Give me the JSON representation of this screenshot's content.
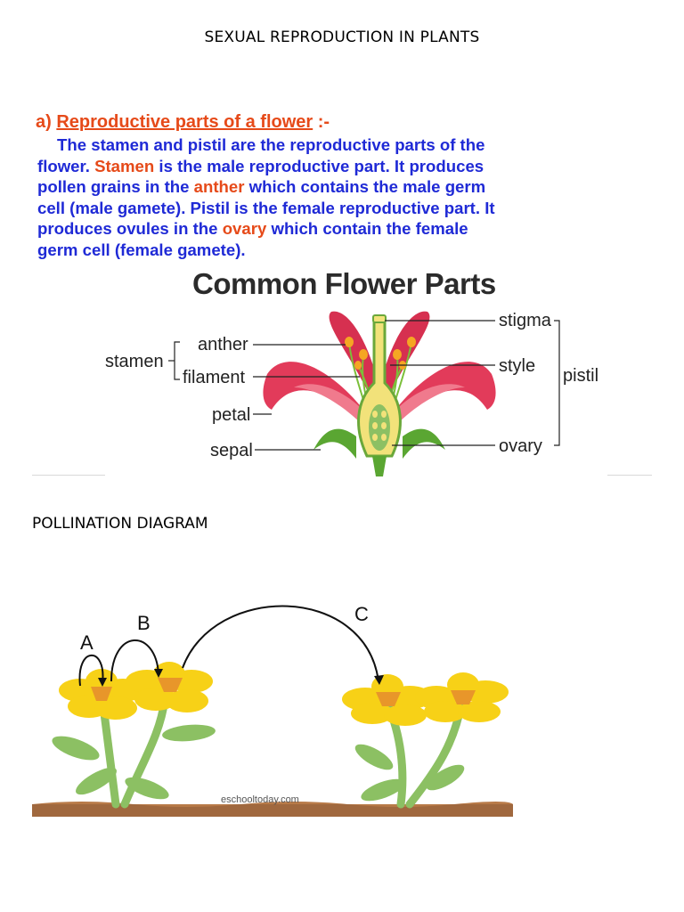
{
  "page_title": "SEXUAL REPRODUCTION IN PLANTS",
  "section_a": {
    "prefix": "a) ",
    "heading": "Reproductive parts of a flower",
    "suffix": " :-",
    "line1": "The stamen and pistil are the reproductive parts of the",
    "line2_a": "flower. ",
    "line2_hl": "Stamen",
    "line2_b": " is the male reproductive part. It produces",
    "line3_a": "pollen grains in the ",
    "line3_hl": "anther",
    "line3_b": " which contains the male germ",
    "line4": "cell (male gamete). Pistil is the female reproductive part. It",
    "line5_a": "produces ovules in the ",
    "line5_hl": "ovary",
    "line5_b": " which contain the female",
    "line6": "germ cell (female gamete).",
    "highlight_color": "#e64a19",
    "text_color": "#1f2ad6"
  },
  "flower_diagram": {
    "title": "Common Flower Parts",
    "labels": {
      "stamen": "stamen",
      "anther": "anther",
      "filament": "filament",
      "petal": "petal",
      "sepal": "sepal",
      "stigma": "stigma",
      "style": "style",
      "ovary": "ovary",
      "pistil": "pistil"
    },
    "colors": {
      "petal": "#e23b5a",
      "pollen": "#f5a623",
      "pistil": "#f2e27a",
      "sepal": "#5aa632"
    }
  },
  "pollination": {
    "heading": "POLLINATION DIAGRAM",
    "labels": {
      "a": "A",
      "b": "B",
      "c": "C"
    },
    "watermark": "eschooltoday.com",
    "colors": {
      "petal": "#f7d117",
      "center": "#e8962a",
      "stem": "#8cc063",
      "ground": "#a0683e"
    }
  }
}
